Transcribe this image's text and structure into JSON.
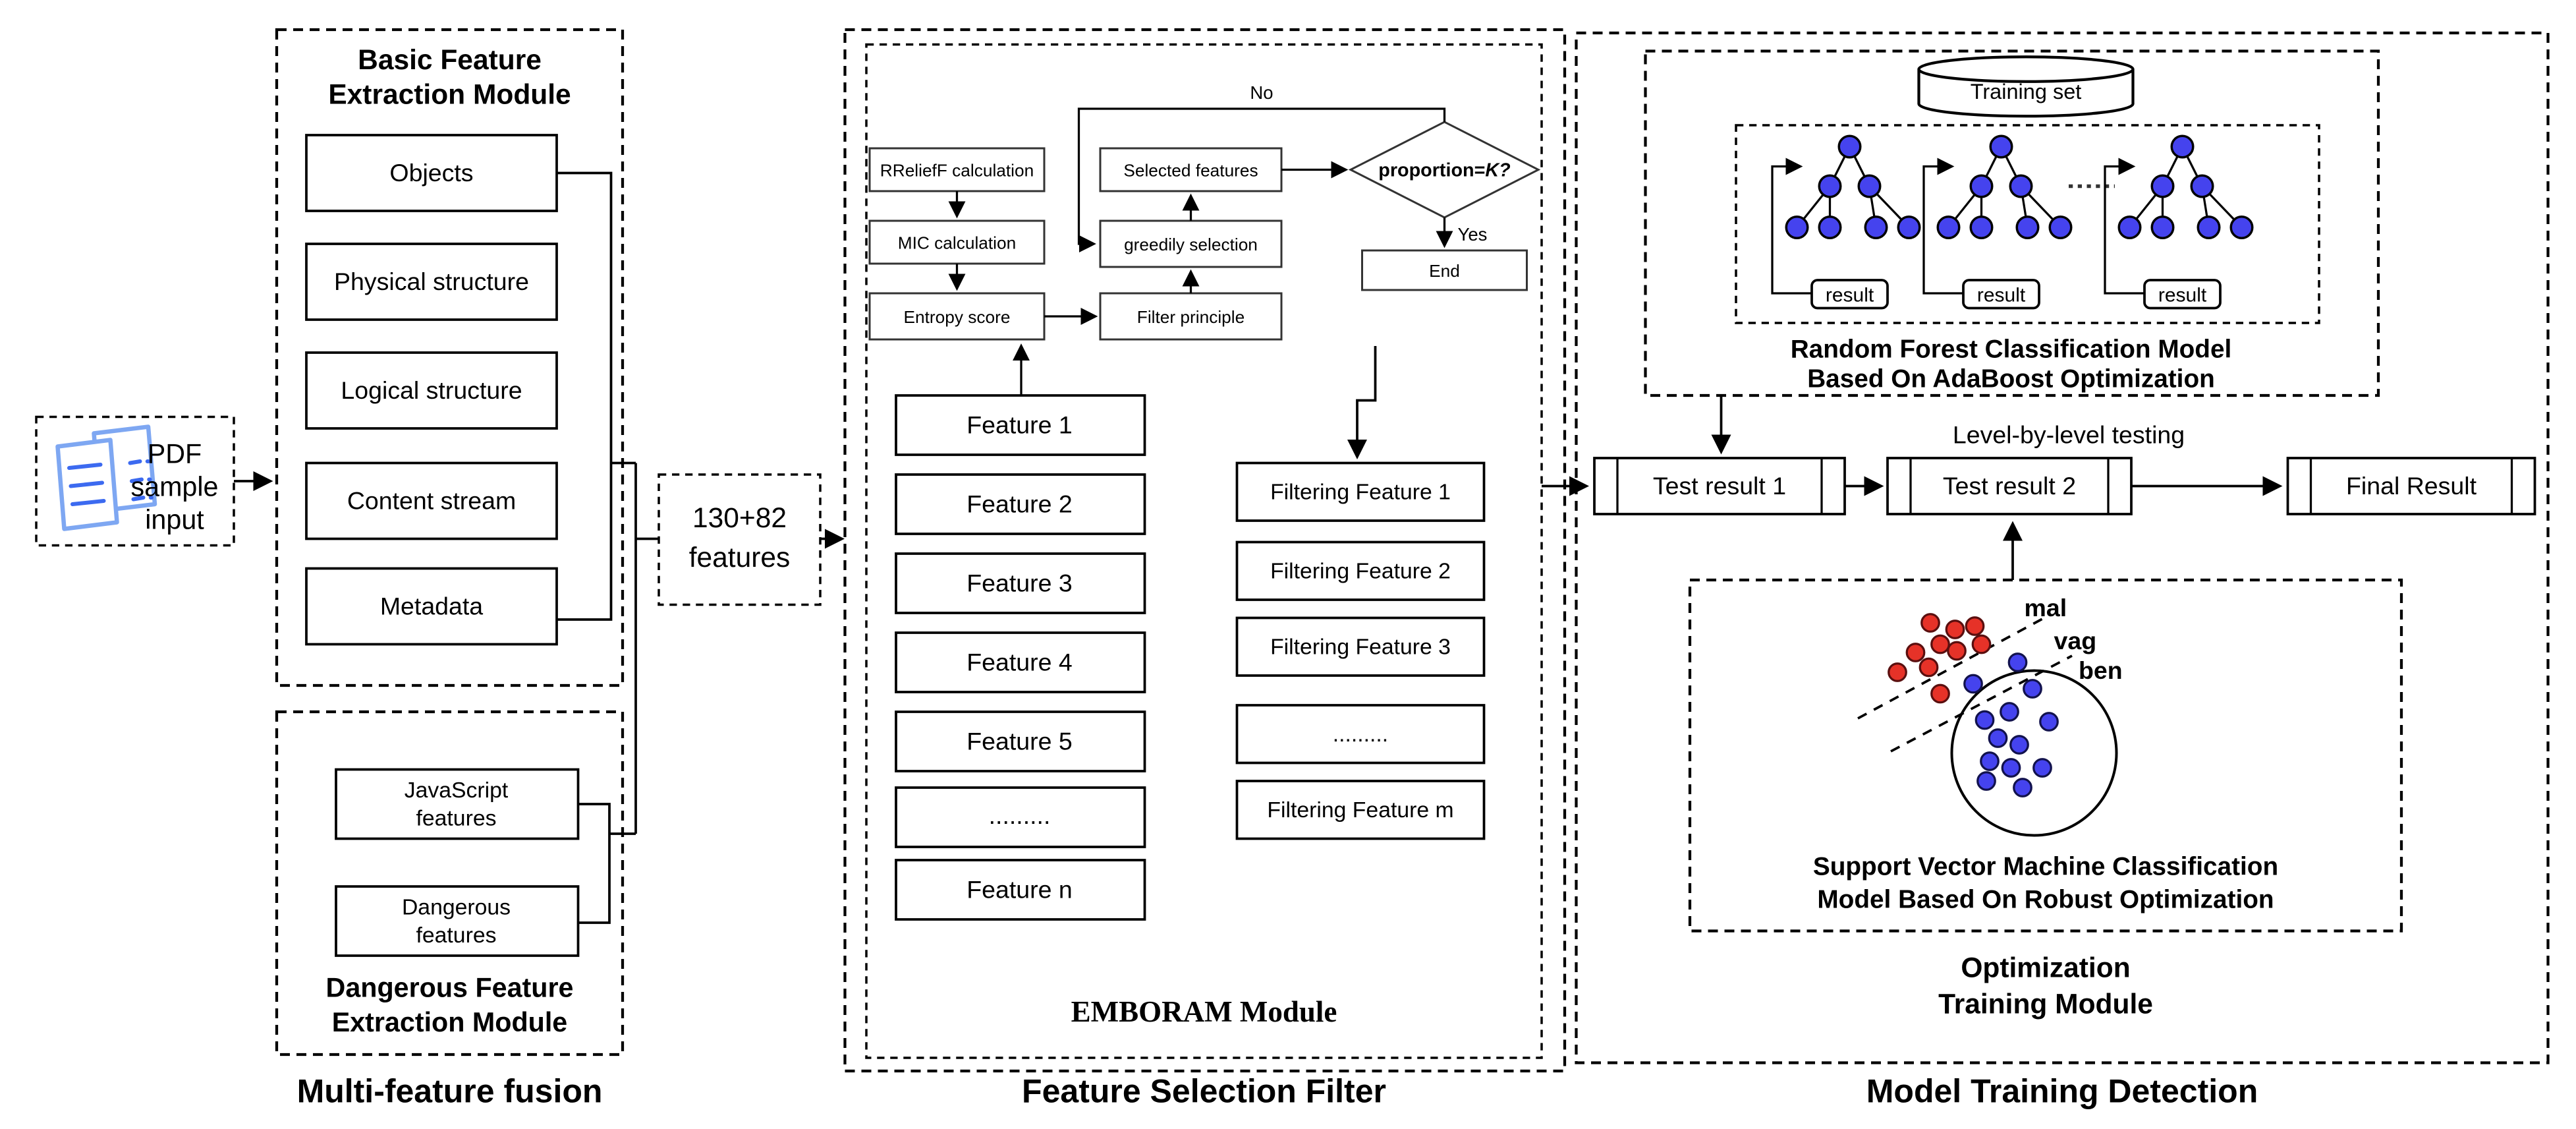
{
  "colors": {
    "node_blue": "#4543ee",
    "dot_red": "#e63228",
    "icon_blue": "#7ea7f2",
    "icon_line_blue": "#3c6af0"
  },
  "input": {
    "lines": [
      "PDF",
      "sample",
      "input"
    ]
  },
  "fusion": {
    "caption": "Multi-feature fusion",
    "basic": {
      "title": [
        "Basic Feature",
        "Extraction Module"
      ],
      "boxes": [
        "Objects",
        "Physical structure",
        "Logical structure",
        "Content stream",
        "Metadata"
      ]
    },
    "badge": [
      "130+82",
      "features"
    ],
    "dangerous": {
      "title": [
        "Dangerous Feature",
        "Extraction Module"
      ],
      "box1": [
        "JavaScript",
        "features"
      ],
      "box2": [
        "Dangerous",
        "features"
      ]
    }
  },
  "selection": {
    "caption": "Feature Selection Filter",
    "module_label": "EMBORAM Module",
    "flow": {
      "rrelieff": "RReliefF calculation",
      "mic": "MIC calculation",
      "entropy": "Entropy score",
      "selected": "Selected features",
      "greedy": "greedily selection",
      "filter": "Filter principle",
      "decision_pre": "proportion=",
      "decision_k": "K?",
      "end": "End",
      "no": "No",
      "yes": "Yes"
    },
    "features": [
      "Feature 1",
      "Feature 2",
      "Feature 3",
      "Feature 4",
      "Feature 5",
      ".........",
      "Feature n"
    ],
    "filtering": [
      "Filtering Feature 1",
      "Filtering Feature 2",
      "Filtering Feature 3",
      ".........",
      "Filtering Feature m"
    ]
  },
  "training": {
    "caption": "Model Training Detection",
    "rf": {
      "db": "Training set",
      "result": "result",
      "title": [
        "Random Forest Classification Model",
        "Based On AdaBoost Optimization"
      ]
    },
    "pipeline": {
      "label": "Level-by-level testing",
      "t1": "Test result 1",
      "t2": "Test result 2",
      "final": "Final Result"
    },
    "svm": {
      "mal": "mal",
      "vag": "vag",
      "ben": "ben",
      "title": [
        "Support Vector Machine Classification",
        "Model Based On Robust Optimization"
      ]
    },
    "opt": [
      "Optimization",
      "Training Module"
    ]
  }
}
